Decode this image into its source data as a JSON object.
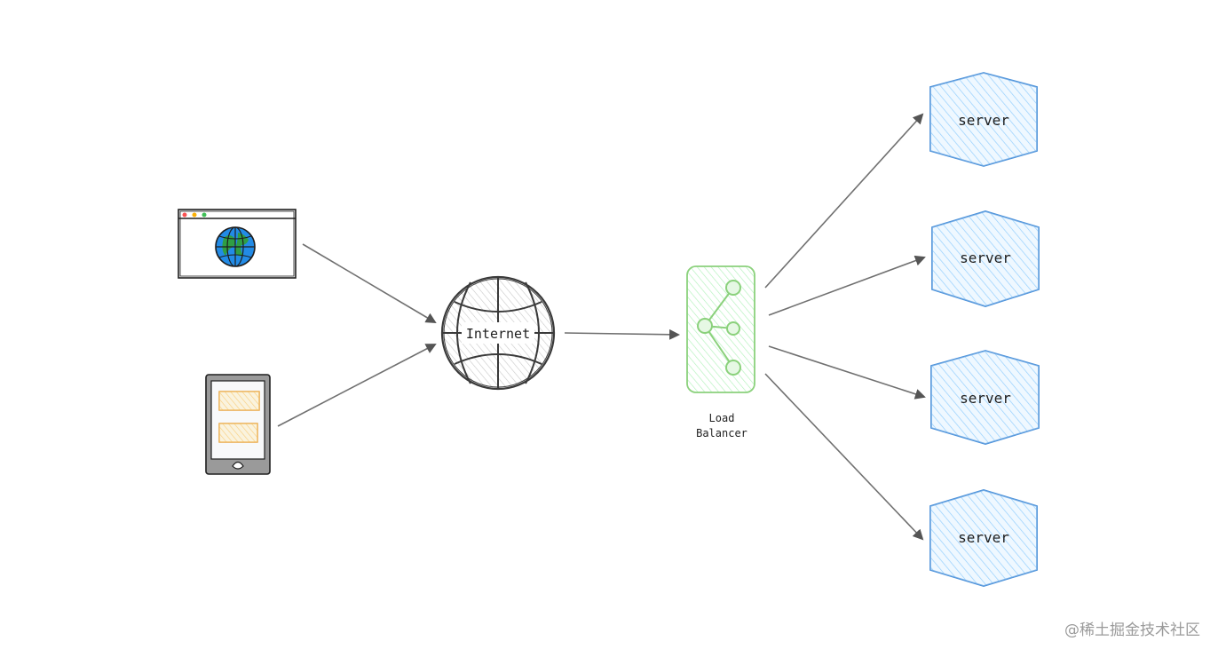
{
  "nodes": {
    "internet_label": "Internet",
    "load_balancer_line1": "Load",
    "load_balancer_line2": "Balancer",
    "server_labels": [
      "server",
      "server",
      "server",
      "server"
    ]
  },
  "colors": {
    "stroke": "#1e1e1e",
    "arrow": "#707070",
    "server_fill": "#a5d8ff",
    "server_stroke": "#4a90d9",
    "lb_fill": "#b2f2bb",
    "lb_stroke": "#8bd17c",
    "phone_fill": "#ffd8a8",
    "globe_blue": "#228be6",
    "globe_green": "#2f9e44"
  },
  "watermark": "@稀土掘金技术社区"
}
